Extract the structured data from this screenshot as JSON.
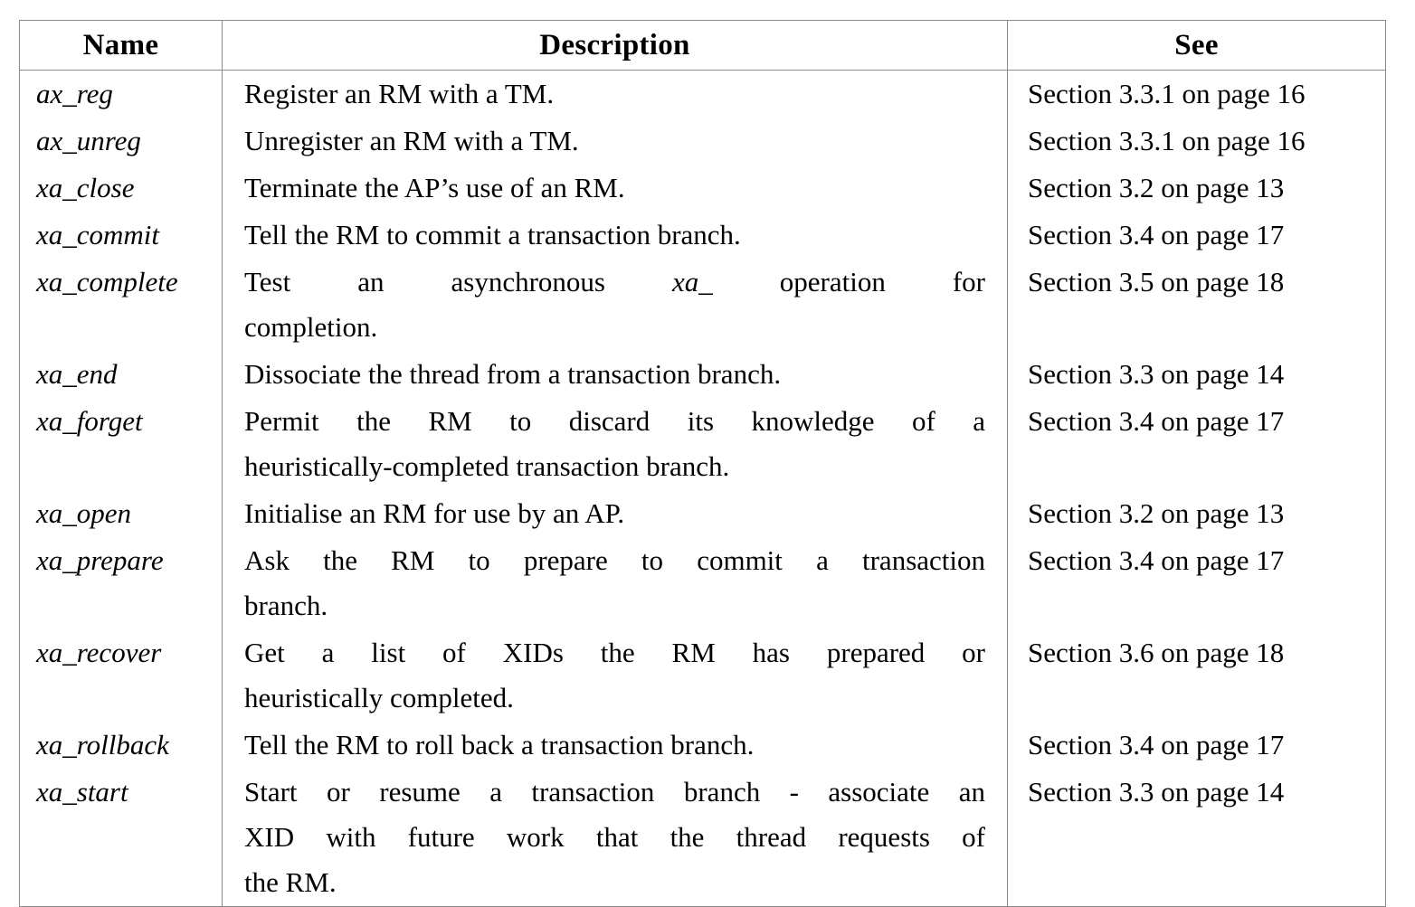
{
  "table": {
    "columns": [
      {
        "key": "name",
        "header": "Name",
        "align": "center"
      },
      {
        "key": "description",
        "header": "Description",
        "align": "center"
      },
      {
        "key": "see",
        "header": "See",
        "align": "center"
      }
    ],
    "groups": [
      {
        "id": "ax-group",
        "rows": [
          {
            "name": "ax_reg",
            "description": "Register an RM with a TM.",
            "see": "Section 3.3.1 on page 16"
          },
          {
            "name": "ax_unreg",
            "description": "Unregister an RM with a TM.",
            "see": "Section 3.3.1 on page 16"
          }
        ]
      },
      {
        "id": "xa-group",
        "rows": [
          {
            "name": "xa_close",
            "description": "Terminate the AP’s use of an RM.",
            "see": "Section 3.2 on page 13"
          },
          {
            "name": "xa_commit",
            "description": "Tell the RM to commit a transaction branch.",
            "see": "Section 3.4 on page 17"
          },
          {
            "name": "xa_complete",
            "description_line1_pre": "Test an asynchronous ",
            "description_line1_italic": "xa_",
            "description_line1_post": " operation for",
            "description_line2": "completion.",
            "description": "Test an asynchronous xa_ operation for completion.",
            "see": "Section 3.5 on page 18"
          },
          {
            "name": "xa_end",
            "description": "Dissociate the thread from a transaction branch.",
            "see": "Section 3.3 on page 14"
          },
          {
            "name": "xa_forget",
            "description_line1": "Permit the RM to discard its knowledge of a",
            "description_line2": "heuristically-completed transaction branch.",
            "description": "Permit the RM to discard its knowledge of a heuristically-completed transaction branch.",
            "see": "Section 3.4 on page 17"
          },
          {
            "name": "xa_open",
            "description": "Initialise an RM for use by an AP.",
            "see": "Section 3.2 on page 13"
          },
          {
            "name": "xa_prepare",
            "description_line1": "Ask the RM to prepare to commit a transaction",
            "description_line2": "branch.",
            "description": "Ask the RM to prepare to commit a transaction branch.",
            "see": "Section 3.4 on page 17"
          },
          {
            "name": "xa_recover",
            "description_line1": "Get a list of XIDs the RM has prepared or",
            "description_line2": "heuristically completed.",
            "description": "Get a list of XIDs the RM has prepared or heuristically completed.",
            "see": "Section 3.6 on page 18"
          },
          {
            "name": "xa_rollback",
            "description": "Tell the RM to roll back a transaction branch.",
            "see": "Section 3.4 on page 17"
          },
          {
            "name": "xa_start",
            "description_line1": "Start or resume a transaction branch - associate an",
            "description_line2": "XID with future work that the thread requests of",
            "description_line3": "the RM.",
            "description": "Start or resume a transaction branch - associate an XID with future work that the thread requests of the RM.",
            "see": "Section 3.3 on page 14"
          }
        ]
      }
    ]
  },
  "style": {
    "border_color": "#8a8a8a",
    "text_color": "#000000",
    "background": "#ffffff"
  }
}
